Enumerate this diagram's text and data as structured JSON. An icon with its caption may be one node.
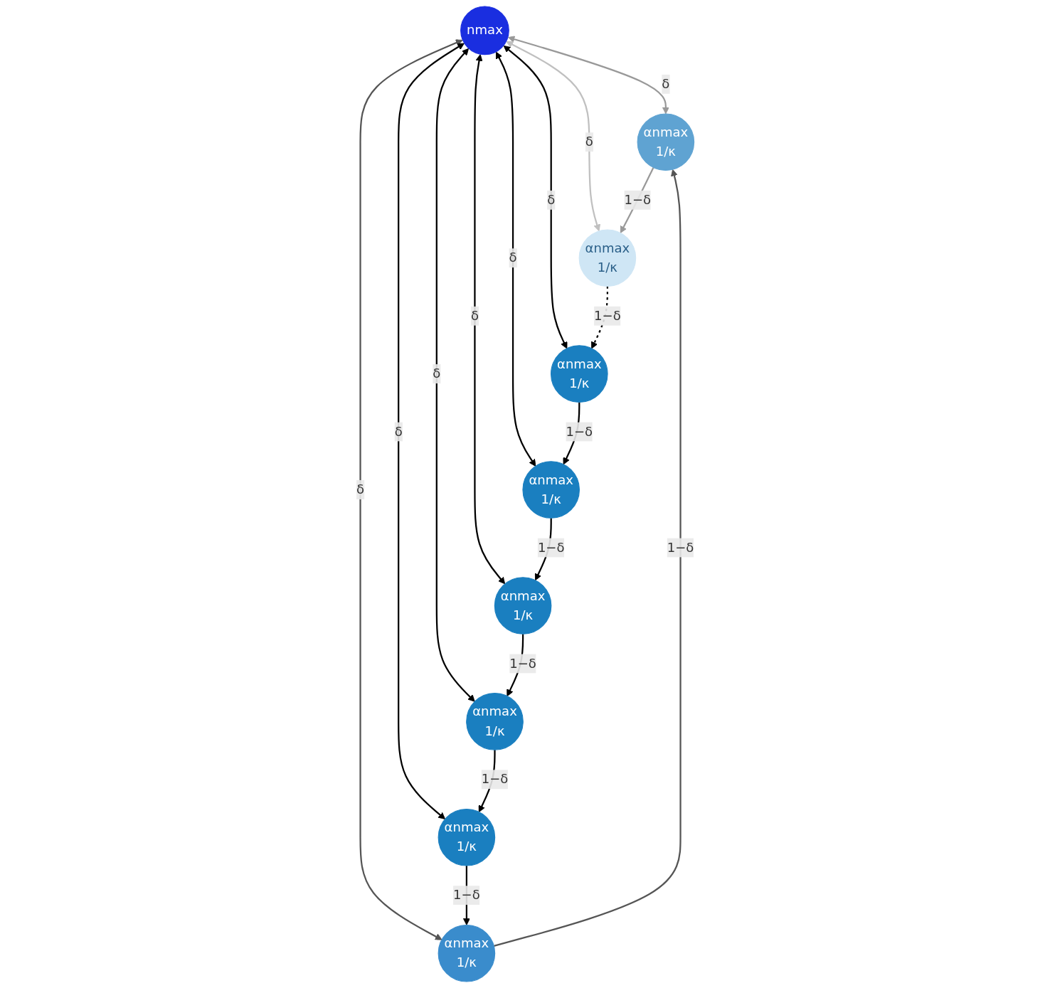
{
  "diagram": {
    "nodes": [
      {
        "text": [
          "nmax"
        ]
      },
      {
        "text": [
          "αnmax",
          "1/κ"
        ]
      },
      {
        "text": [
          "αnmax",
          "1/κ"
        ]
      },
      {
        "text": [
          "αnmax",
          "1/κ"
        ]
      },
      {
        "text": [
          "αnmax",
          "1/κ"
        ]
      },
      {
        "text": [
          "αnmax",
          "1/κ"
        ]
      },
      {
        "text": [
          "αnmax",
          "1/κ"
        ]
      },
      {
        "text": [
          "αnmax",
          "1/κ"
        ]
      },
      {
        "text": [
          "αnmax",
          "1/κ"
        ]
      }
    ],
    "edges": [
      {
        "from": 0,
        "to": 1,
        "arrow": "both",
        "label": "δ",
        "color": "#999999"
      },
      {
        "from": 0,
        "to": 2,
        "arrow": "both",
        "label": "δ",
        "color": "#555555"
      },
      {
        "from": 0,
        "to": 3,
        "arrow": "both",
        "label": "δ"
      },
      {
        "from": 0,
        "to": 4,
        "arrow": "both",
        "label": "δ"
      },
      {
        "from": 0,
        "to": 5,
        "arrow": "both",
        "label": "δ"
      },
      {
        "from": 0,
        "to": 6,
        "arrow": "both",
        "label": "δ"
      },
      {
        "from": 0,
        "to": 7,
        "arrow": "both",
        "label": "δ"
      },
      {
        "from": 0,
        "to": 8,
        "arrow": "both",
        "label": "δ",
        "color": "#c0c0c0"
      },
      {
        "from": 2,
        "to": 1,
        "arrow": "to",
        "label": "1−δ",
        "color": "#555555"
      },
      {
        "from": 1,
        "to": 8,
        "arrow": "to",
        "label": "1−δ",
        "color": "#999999"
      },
      {
        "from": 8,
        "to": 7,
        "arrow": "to",
        "label": "1−δ",
        "style": "dashed"
      },
      {
        "from": 7,
        "to": 6,
        "arrow": "to",
        "label": "1−δ"
      },
      {
        "from": 6,
        "to": 5,
        "arrow": "to",
        "label": "1−δ"
      },
      {
        "from": 5,
        "to": 4,
        "arrow": "to",
        "label": "1−δ"
      },
      {
        "from": 4,
        "to": 3,
        "arrow": "to",
        "label": "1−δ"
      },
      {
        "from": 3,
        "to": 2,
        "arrow": "to",
        "label": "1−δ"
      }
    ]
  }
}
